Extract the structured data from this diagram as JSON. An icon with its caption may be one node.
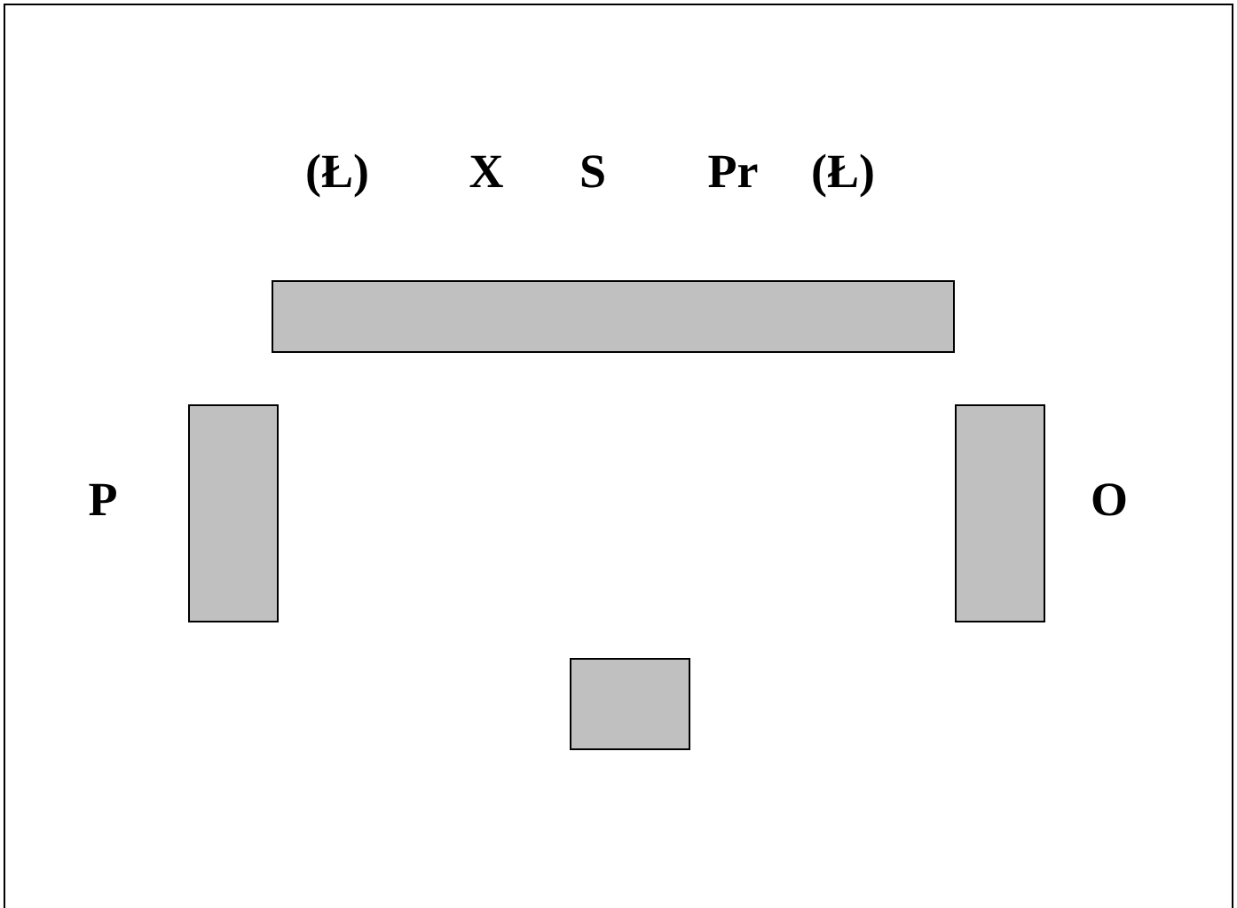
{
  "diagram": {
    "nodes": [
      {
        "text": [],
        "shape": "box",
        "beside": [
          "(Ł)",
          "X",
          "S",
          "Pr",
          "(Ł)"
        ]
      },
      {
        "text": [],
        "shape": "box",
        "beside": [
          "P"
        ]
      },
      {
        "text": [],
        "shape": "box",
        "beside": [
          "O"
        ]
      },
      {
        "text": [],
        "shape": "box"
      }
    ]
  }
}
